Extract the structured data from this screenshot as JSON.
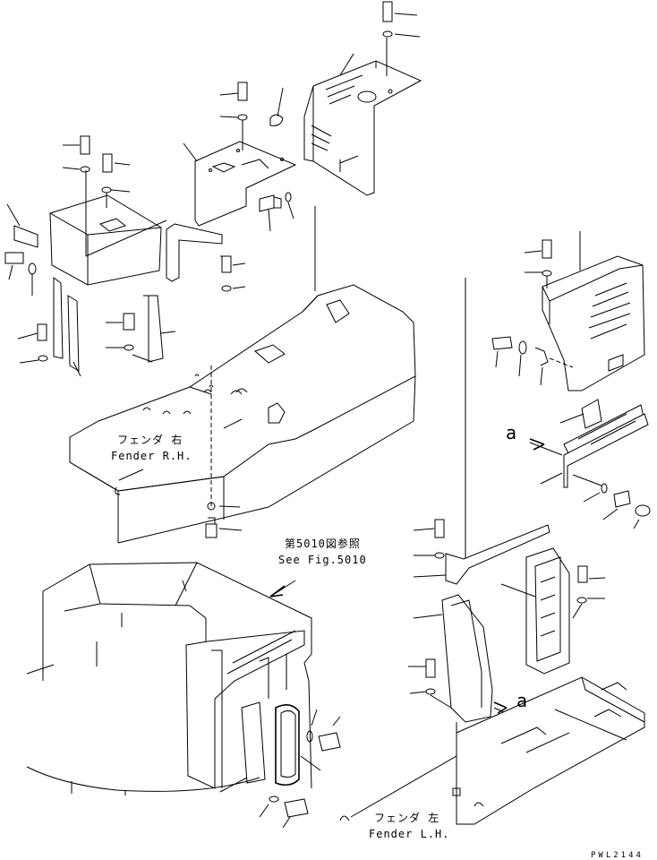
{
  "labels": {
    "fender_rh_jp": "フェンダ 右",
    "fender_rh_en": "Fender R.H.",
    "ref_jp": "第5010図参照",
    "ref_en": "See Fig.5010",
    "fender_lh_jp": "フェンダ 左",
    "fender_lh_en": "Fender L.H.",
    "view_a_upper": "a",
    "view_a_lower": "a",
    "drawing_code": "PWL2144"
  }
}
